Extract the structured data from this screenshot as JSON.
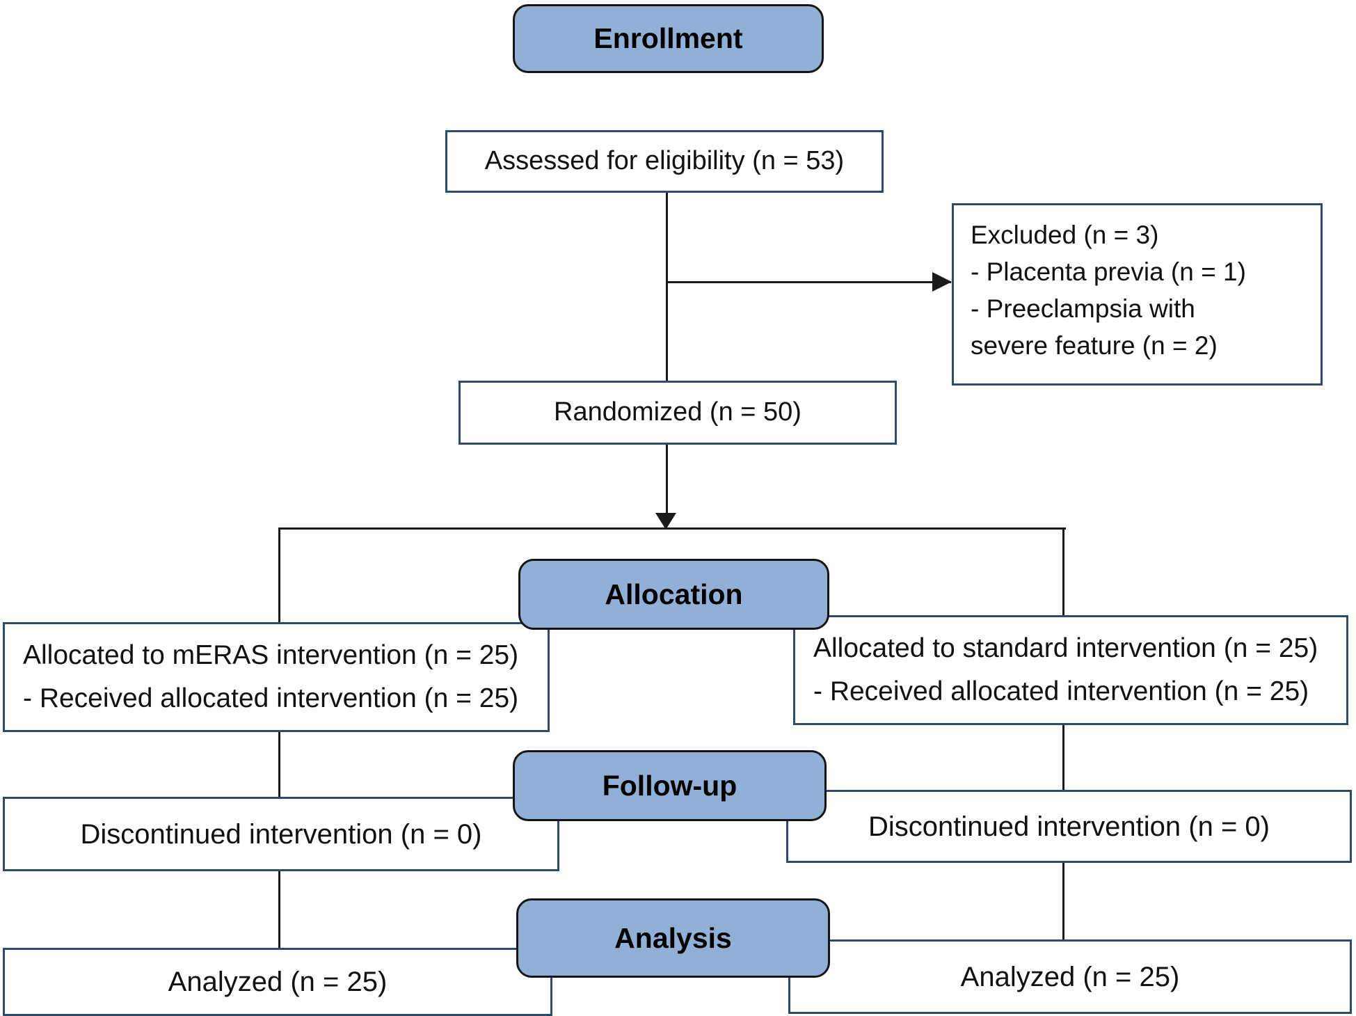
{
  "diagram": {
    "type": "CONSORT participant flow diagram",
    "colors": {
      "header_fill": "#92AFD5",
      "header_border": "#141414",
      "box_border": "#2E4A6C",
      "line": "#1a1a1a"
    },
    "headers": {
      "enrollment": "Enrollment",
      "allocation": "Allocation",
      "followup": "Follow-up",
      "analysis": "Analysis"
    },
    "boxes": {
      "assessed": "Assessed for eligibility (n = 53)",
      "excluded_lines": [
        "Excluded (n = 3)",
        "- Placenta previa (n = 1)",
        "- Preeclampsia with",
        "severe feature (n = 2)"
      ],
      "randomized": "Randomized (n = 50)",
      "alloc_left_lines": [
        "Allocated to mERAS intervention (n = 25)",
        "- Received allocated intervention (n = 25)"
      ],
      "alloc_right_lines": [
        "Allocated to standard intervention (n = 25)",
        "- Received allocated intervention (n = 25)"
      ],
      "discontinued_left": "Discontinued intervention (n = 0)",
      "discontinued_right": "Discontinued intervention (n = 0)",
      "analyzed_left": "Analyzed (n = 25)",
      "analyzed_right": "Analyzed (n = 25)"
    }
  }
}
